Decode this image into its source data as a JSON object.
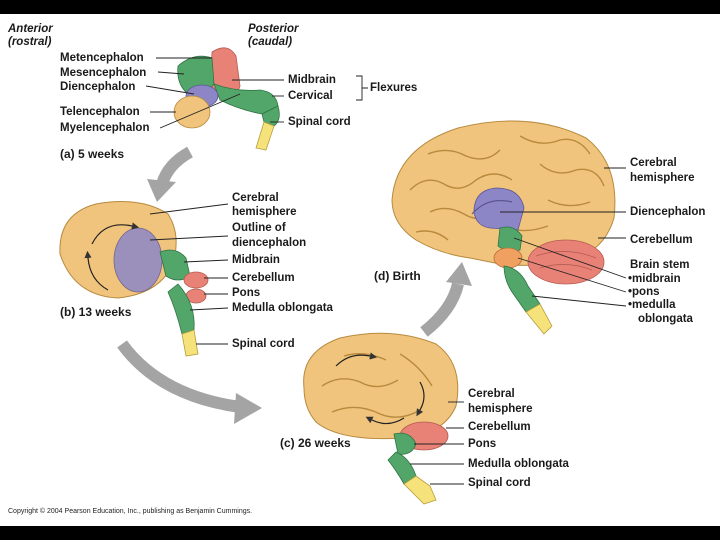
{
  "colors": {
    "cerebrum": "#f0c47c",
    "cerebrum_edge": "#b78a3e",
    "diencephalon": "#8d86c6",
    "midbrain": "#53a66a",
    "hindbrain": "#e98276",
    "cord": "#f6e27a",
    "arrow": "#a4a4a4",
    "line": "#222222"
  },
  "orientation": {
    "anterior": "Anterior",
    "rostral": "(rostral)",
    "posterior": "Posterior",
    "caudal": "(caudal)"
  },
  "panel_a": {
    "caption": "(a) 5 weeks",
    "metencephalon": "Metencephalon",
    "mesencephalon": "Mesencephalon",
    "diencephalon": "Diencephalon",
    "telencephalon": "Telencephalon",
    "myelencephalon": "Myelencephalon",
    "midbrain": "Midbrain",
    "cervical": "Cervical",
    "flexures": "Flexures",
    "spinal_cord": "Spinal cord"
  },
  "panel_b": {
    "caption": "(b) 13 weeks",
    "cerebral_hemisphere_1": "Cerebral",
    "cerebral_hemisphere_2": "hemisphere",
    "outline_1": "Outline of",
    "outline_2": "diencephalon",
    "midbrain": "Midbrain",
    "cerebellum": "Cerebellum",
    "pons": "Pons",
    "medulla": "Medulla oblongata",
    "spinal_cord": "Spinal cord"
  },
  "panel_c": {
    "caption": "(c) 26 weeks",
    "cerebral_hemisphere_1": "Cerebral",
    "cerebral_hemisphere_2": "hemisphere",
    "cerebellum": "Cerebellum",
    "pons": "Pons",
    "medulla": "Medulla oblongata",
    "spinal_cord": "Spinal cord"
  },
  "panel_d": {
    "caption": "(d) Birth",
    "cerebral_hemisphere_1": "Cerebral",
    "cerebral_hemisphere_2": "hemisphere",
    "diencephalon": "Diencephalon",
    "cerebellum": "Cerebellum",
    "brain_stem": "Brain stem",
    "midbrain": "midbrain",
    "pons": "pons",
    "medulla_1": "medulla",
    "medulla_2": "oblongata"
  },
  "copyright": "Copyright © 2004 Pearson Education, Inc., publishing as Benjamin Cummings."
}
